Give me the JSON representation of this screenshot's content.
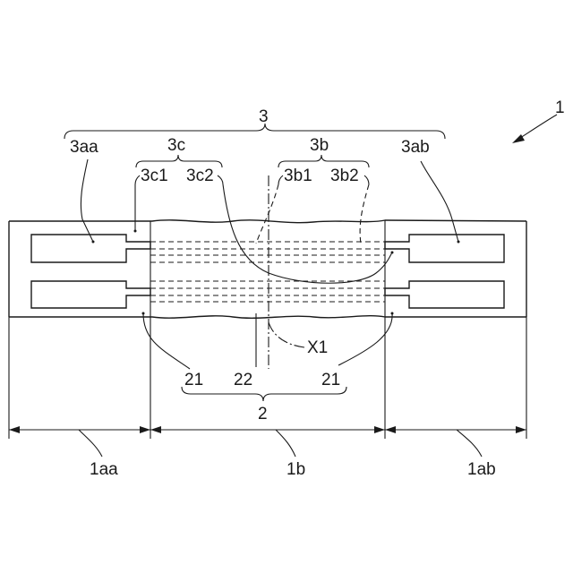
{
  "figure": {
    "labels": {
      "assembly": "1",
      "electrode_pattern": "3",
      "pattern_end_left": "3aa",
      "pattern_end_right": "3ab",
      "pattern_c": "3c",
      "pattern_b": "3b",
      "pattern_c1": "3c1",
      "pattern_c2": "3c2",
      "pattern_b1": "3b1",
      "pattern_b2": "3b2",
      "substrate_group": "2",
      "substrate_side_left": "21",
      "substrate_center": "22",
      "substrate_side_right": "21",
      "axis": "X1",
      "region_left": "1aa",
      "region_center": "1b",
      "region_right": "1ab"
    }
  }
}
